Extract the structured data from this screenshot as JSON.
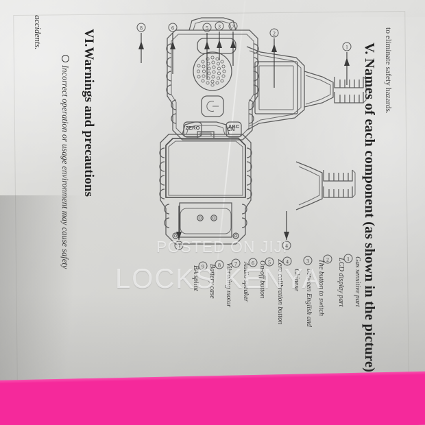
{
  "photo": {
    "subject": "printed instruction manual page photographed sideways",
    "paper_color": "#dcdcda",
    "accent_strip_color": "#f5299b"
  },
  "watermark": {
    "line1": "POSTED ON JIJI",
    "line2": "LOCKS KENYA"
  },
  "manual": {
    "running_head": "to eliminate safety hazards.",
    "section_v_title": "V. Names of each component (as shown in the picture)",
    "section_vi_title": "VI.Warnings and precautions",
    "warning_text": "Incorrect operation or usage environment may cause safety",
    "warning_text_cont": "accidents.",
    "components": [
      {
        "num": "①",
        "label": "Gas sensitive part"
      },
      {
        "num": "②",
        "label": "LCD display part"
      },
      {
        "num": "③",
        "label": "The button to switch"
      },
      {
        "num": "",
        "label": "between English and"
      },
      {
        "num": "",
        "label": "Chinese"
      },
      {
        "num": "④",
        "label": "Zero calibration button"
      },
      {
        "num": "⑤",
        "label": "On-off button"
      },
      {
        "num": "⑥",
        "label": "Audio speaker"
      },
      {
        "num": "⑦",
        "label": "Vibrating motor"
      },
      {
        "num": "⑧",
        "label": "Battery case"
      },
      {
        "num": "⑨",
        "label": "BA splint"
      }
    ]
  },
  "device": {
    "name": "handheld gas leak detector",
    "button_abc_cn": "ABC\nCN",
    "button_zero": "ZERO",
    "power_symbol": "⏻",
    "callouts_top": [
      "⑧",
      "⑥",
      "⑤",
      "③",
      "⑦"
    ],
    "callouts_display": [
      "②",
      "①"
    ],
    "callouts_back": [
      "⑨",
      "④"
    ]
  }
}
